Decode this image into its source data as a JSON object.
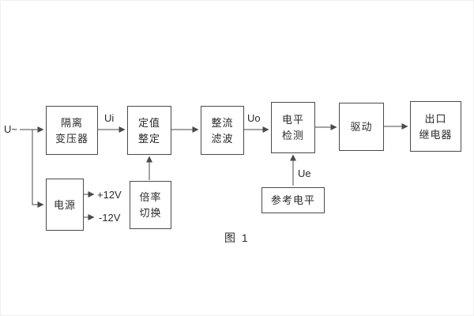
{
  "diagram": {
    "caption": "图 1",
    "labels": {
      "input": "U~",
      "ui": "Ui",
      "uo": "Uo",
      "ue": "Ue",
      "plus12v": "+12V",
      "minus12v": "-12V"
    },
    "blocks": {
      "isolation_transformer": {
        "line1": "隔离",
        "line2": "变压器"
      },
      "setpoint_setting": {
        "line1": "定值",
        "line2": "整定"
      },
      "rectifier_filter": {
        "line1": "整流",
        "line2": "滤波"
      },
      "level_detection": {
        "line1": "电平",
        "line2": "检测"
      },
      "driver": {
        "line1": "驱动"
      },
      "output_relay": {
        "line1": "出口",
        "line2": "继电器"
      },
      "power_supply": {
        "line1": "电源"
      },
      "ratio_switching": {
        "line1": "倍率",
        "line2": "切换"
      },
      "reference_level": {
        "line1": "参考电平"
      }
    }
  }
}
